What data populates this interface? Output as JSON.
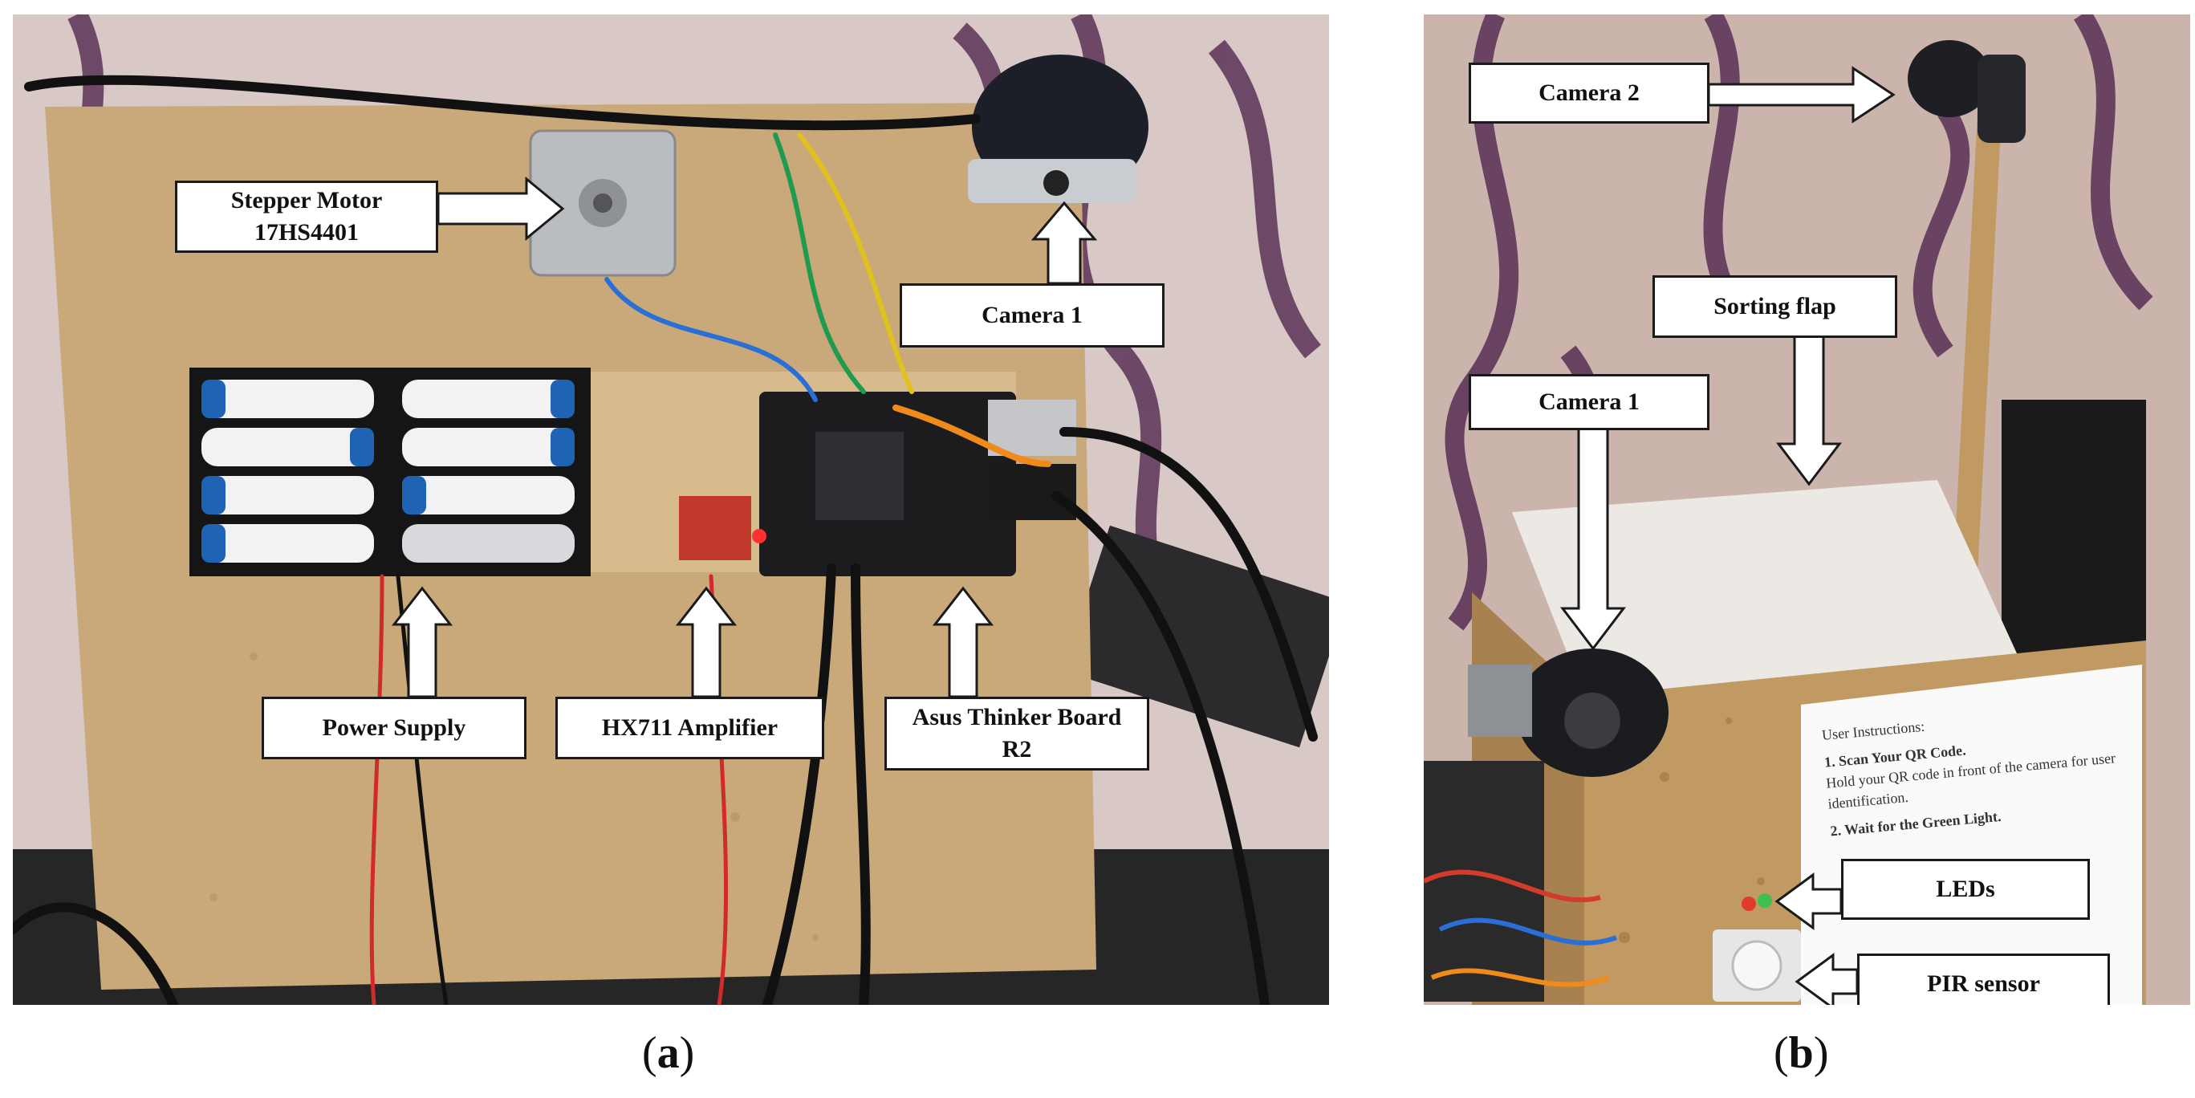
{
  "panel_a": {
    "labels": {
      "stepper_motor": "Stepper Motor\n17HS4401",
      "camera_1": "Camera 1",
      "power_supply": "Power Supply",
      "hx711": "HX711 Amplifier",
      "asus_board": "Asus Thinker Board\nR2"
    },
    "caption_letter": "a"
  },
  "panel_b": {
    "labels": {
      "camera_2": "Camera 2",
      "sorting_flap": "Sorting flap",
      "camera_1": "Camera 1",
      "leds": "LEDs",
      "pir_sensor": "PIR sensor"
    },
    "instruction_sheet": {
      "heading": "User Instructions:",
      "step_1": "1. Scan Your QR Code.",
      "step_1_text": "Hold your QR code in front of the camera for user identification.",
      "step_2": "2. Wait for the Green Light."
    },
    "caption_letter": "b"
  },
  "colors": {
    "board_tan": "#c9a97a",
    "curtain_bg": "#d9c7c4",
    "curtain_swirl": "#5a2f55",
    "battery_blue": "#1f63b5",
    "pcb_black": "#1c1c1e",
    "osb_box": "#b98f58"
  }
}
